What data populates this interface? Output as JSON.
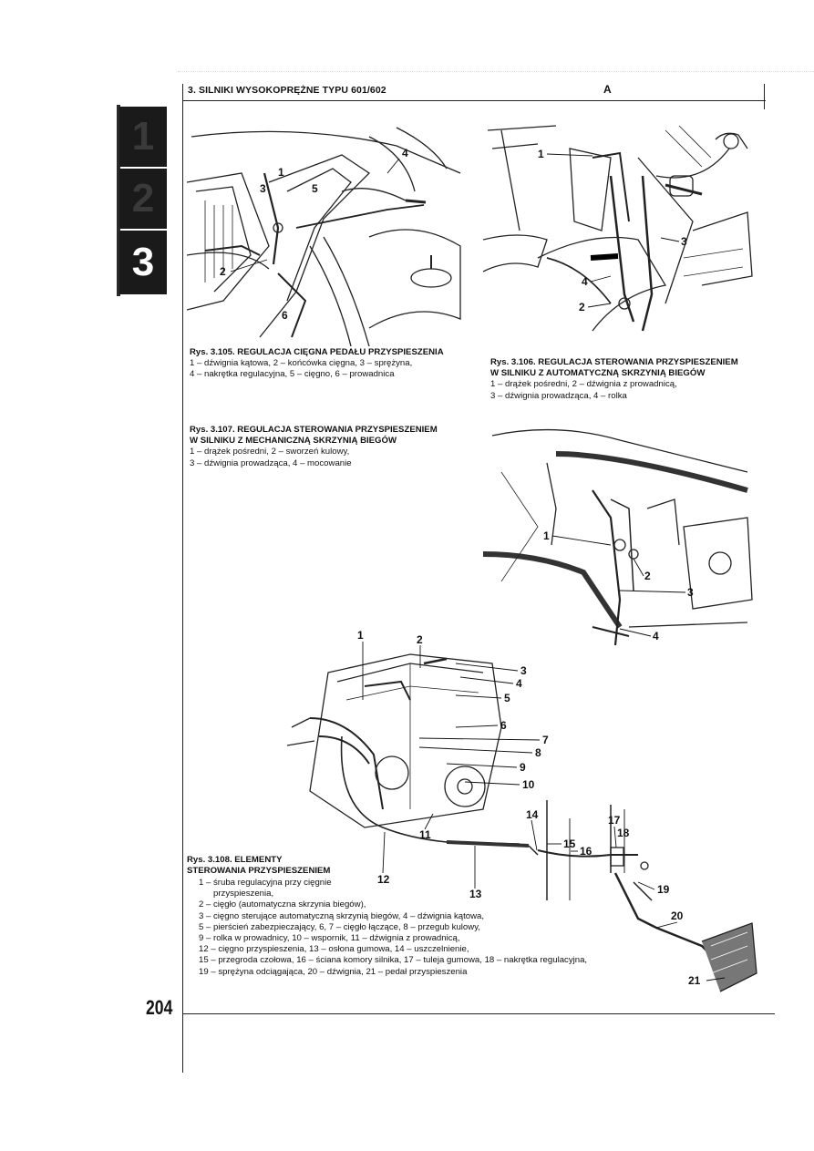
{
  "header": {
    "title": "3. SILNIKI WYSOKOPRĘŻNE TYPU 601/602",
    "mark": "A"
  },
  "tabs": [
    {
      "label": "1"
    },
    {
      "label": "2"
    },
    {
      "label": "3"
    }
  ],
  "page_number": "204",
  "figures": {
    "fig105": {
      "title": "Rys. 3.105. REGULACJA CIĘGNA PEDAŁU PRZYSPIESZENIA",
      "lines": [
        "1 – dźwignia kątowa, 2 – końcówka cięgna, 3 – sprężyna,",
        "4 – nakrętka regulacyjna, 5 – cięgno, 6 – prowadnica"
      ],
      "labels": [
        "1",
        "2",
        "3",
        "4",
        "5",
        "6"
      ]
    },
    "fig106": {
      "title_lines": [
        "Rys. 3.106. REGULACJA STEROWANIA PRZYSPIESZENIEM",
        "W SILNIKU Z AUTOMATYCZNĄ SKRZYNIĄ BIEGÓW"
      ],
      "lines": [
        "1 – drążek pośredni, 2 – dźwignia z prowadnicą,",
        "3 – dźwignia prowadząca, 4 – rolka"
      ],
      "labels": [
        "1",
        "2",
        "3",
        "4"
      ]
    },
    "fig107": {
      "title_lines": [
        "Rys. 3.107. REGULACJA STEROWANIA PRZYSPIESZENIEM",
        "W SILNIKU Z MECHANICZNĄ SKRZYNIĄ BIEGÓW"
      ],
      "lines": [
        "1 – drążek pośredni, 2 – sworzeń kulowy,",
        "3 – dźwignia prowadząca, 4 – mocowanie"
      ],
      "labels": [
        "1",
        "2",
        "3",
        "4"
      ]
    },
    "fig108": {
      "title_lines": [
        "Rys. 3.108. ELEMENTY",
        "STEROWANIA PRZYSPIESZENIEM"
      ],
      "lines": [
        "1 – śruba regulacyjna przy cięgnie",
        "przyspieszenia,",
        "2 – cięgło (automatyczna skrzynia biegów),",
        "3 – cięgno sterujące automatyczną skrzynią biegów, 4 – dźwignia kątowa,",
        "5 – pierścień zabezpieczający, 6, 7 – cięgło łączące, 8 – przegub kulowy,",
        "9 – rolka w prowadnicy, 10 – wspornik, 11 – dźwignia z prowadnicą,",
        "12 – cięgno przyspieszenia, 13 – osłona gumowa, 14 – uszczelnienie,",
        "15 – przegroda czołowa, 16 – ściana komory silnika, 17 – tuleja gumowa, 18 – nakrętka regulacyjna,",
        "19 – sprężyna odciągająca, 20 – dźwignia, 21 – pedał przyspieszenia"
      ],
      "labels": [
        "1",
        "2",
        "3",
        "4",
        "5",
        "6",
        "7",
        "8",
        "9",
        "10",
        "11",
        "12",
        "13",
        "14",
        "15",
        "16",
        "17",
        "18",
        "19",
        "20",
        "21"
      ]
    }
  }
}
